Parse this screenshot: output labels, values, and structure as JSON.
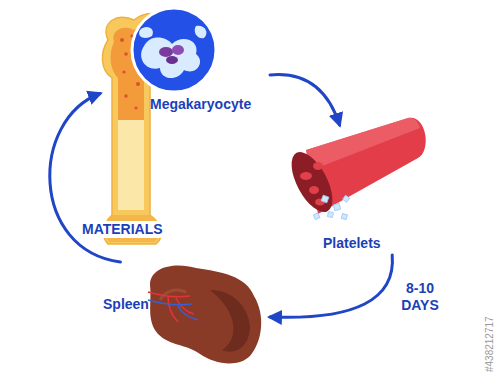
{
  "diagram": {
    "nodes": [
      {
        "text": [
          "Megakaryocyte"
        ]
      },
      {
        "text": [
          "Platelets"
        ]
      },
      {
        "text": [
          "Spleen"
        ]
      }
    ],
    "edges": [
      {
        "from": 0,
        "to": 1,
        "arrow": "to"
      },
      {
        "from": 1,
        "to": 2,
        "label": "8-10 DAYS",
        "arrow": "to"
      },
      {
        "from": 2,
        "to": 0,
        "label": "MATERIALS",
        "arrow": "to"
      }
    ],
    "labels": [
      "#438212717"
    ]
  }
}
